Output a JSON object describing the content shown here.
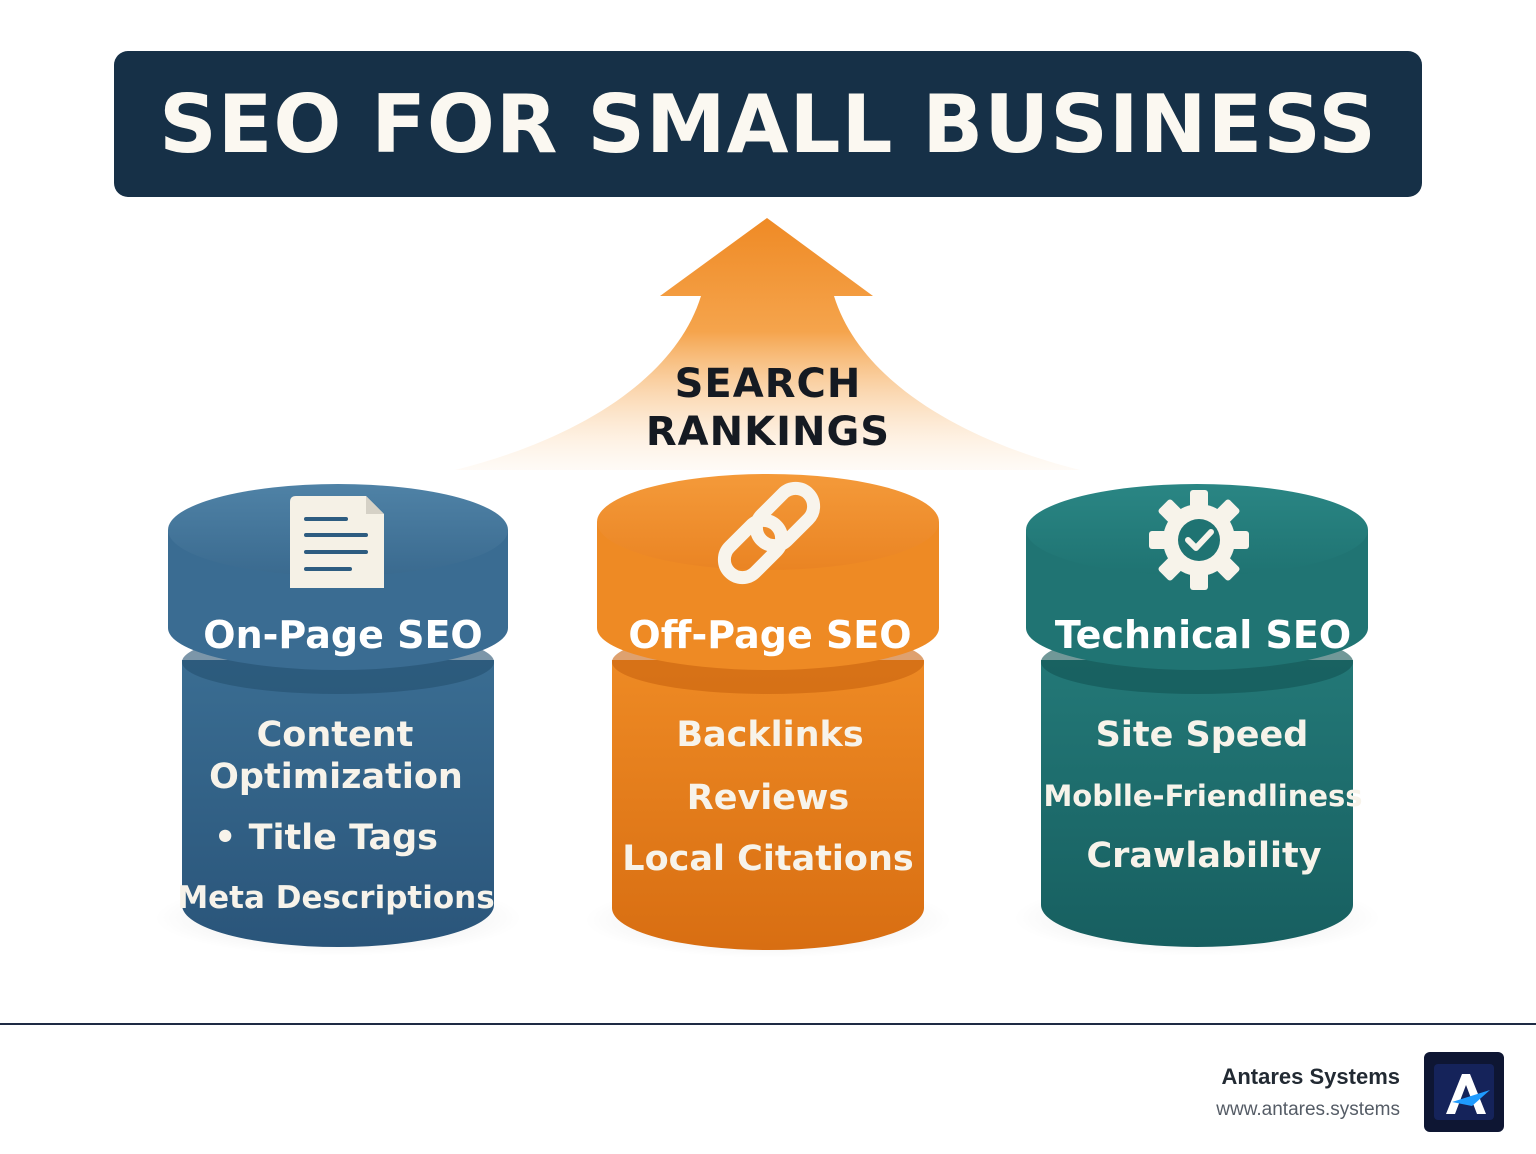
{
  "title": "SEO FOR SMALL BUSINESS",
  "arrow": {
    "label_line1": "SEARCH",
    "label_line2": "RANKINGS",
    "color": "#f08c2a"
  },
  "pillars": [
    {
      "name": "On-Page SEO",
      "icon": "document-icon",
      "color": "#2f5f80",
      "items": [
        "Content",
        "Optimization",
        "• Title Tags",
        "Meta Descriptions"
      ]
    },
    {
      "name": "Off-Page SEO",
      "icon": "link-icon",
      "color": "#e8841f",
      "items": [
        "Backlinks",
        "Reviews",
        "Local Citations"
      ]
    },
    {
      "name": "Technical SEO",
      "icon": "gear-check-icon",
      "color": "#1c6d6b",
      "items": [
        "Site Speed",
        "Moblle-Friendliness",
        "Crawlability"
      ]
    }
  ],
  "footer": {
    "brand_name": "Antares Systems",
    "brand_url": "www.antares.systems",
    "logo_icon": "antares-logo-icon"
  }
}
